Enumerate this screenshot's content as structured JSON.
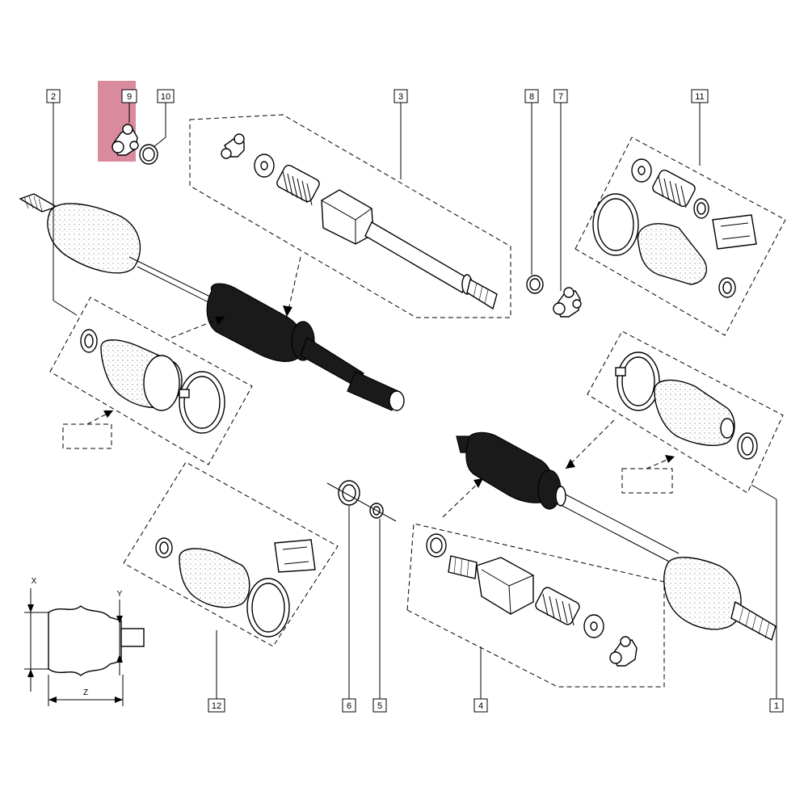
{
  "callouts": {
    "c1": "1",
    "c2": "2",
    "c3": "3",
    "c4": "4",
    "c5": "5",
    "c6": "6",
    "c7": "7",
    "c8": "8",
    "c9": "9",
    "c10": "10",
    "c11": "11",
    "c12": "12"
  },
  "dimension_labels": {
    "x": "X",
    "y": "Y",
    "z": "Z"
  },
  "colors": {
    "highlight": "#d98a9c",
    "line": "#000000",
    "background": "#ffffff"
  }
}
